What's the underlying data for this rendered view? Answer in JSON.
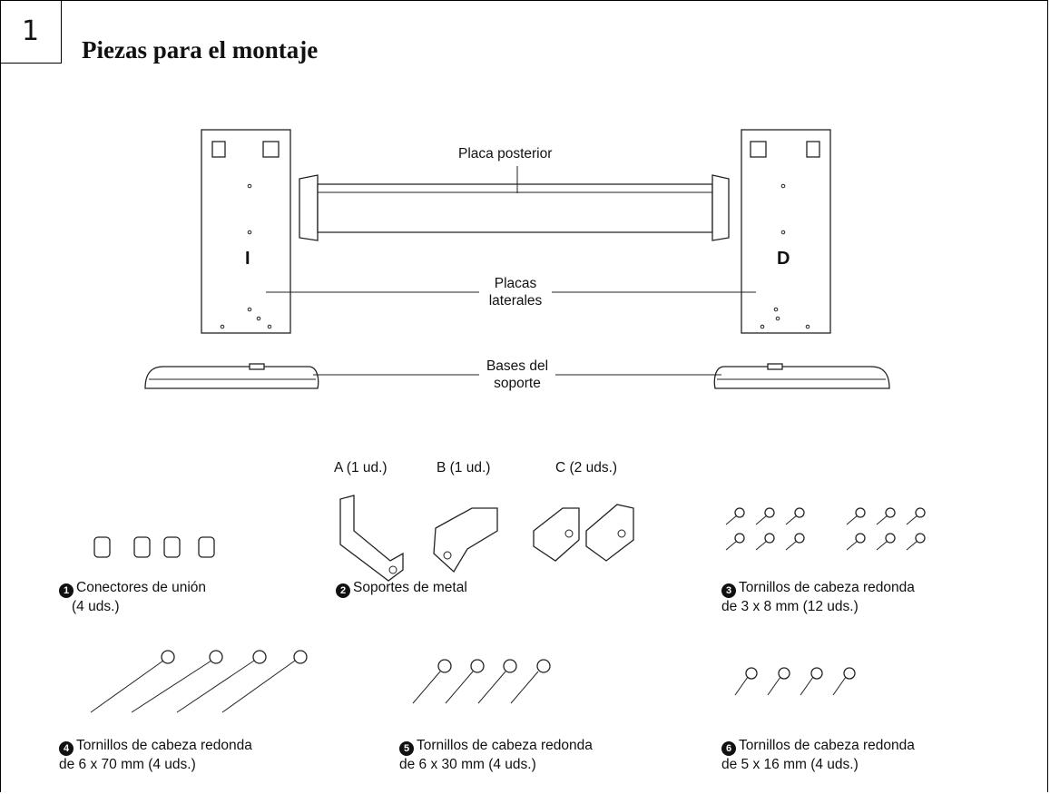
{
  "step": {
    "number": "1"
  },
  "title": "Piezas para el montaje",
  "labels": {
    "back_plate": "Placa posterior",
    "side_plates_1": "Placas",
    "side_plates_2": "laterales",
    "bases_1": "Bases del",
    "bases_2": "soporte",
    "left_letter": "I",
    "right_letter": "D"
  },
  "brackets": {
    "a": "A (1 ud.)",
    "b": "B (1 ud.)",
    "c": "C (2 uds.)"
  },
  "parts": [
    {
      "num": "1",
      "line1": "Conectores de unión",
      "line2": "(4 uds.)"
    },
    {
      "num": "2",
      "line1": "Soportes de metal",
      "line2": ""
    },
    {
      "num": "3",
      "line1": "Tornillos de cabeza redonda",
      "line2": "de 3 x 8 mm (12 uds.)"
    },
    {
      "num": "4",
      "line1": "Tornillos de cabeza redonda",
      "line2": "de 6 x 70 mm (4 uds.)"
    },
    {
      "num": "5",
      "line1": "Tornillos de cabeza redonda",
      "line2": "de 6 x 30 mm (4 uds.)"
    },
    {
      "num": "6",
      "line1": "Tornillos de cabeza redonda",
      "line2": "de 5 x 16 mm (4 uds.)"
    }
  ]
}
